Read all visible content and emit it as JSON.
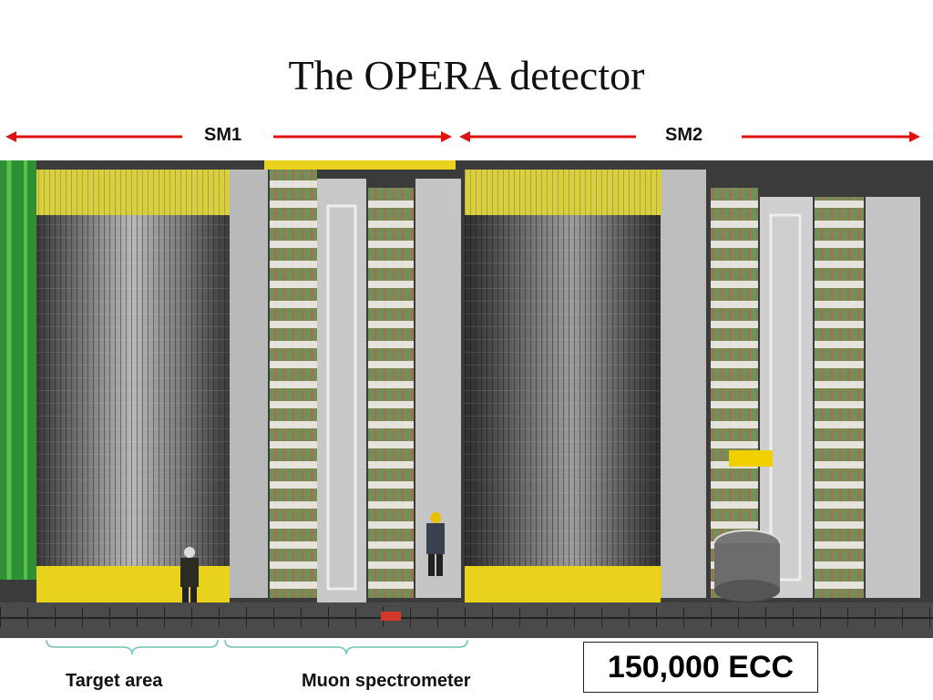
{
  "slide": {
    "title": "The OPERA detector",
    "supermodules": [
      {
        "label": "SM1"
      },
      {
        "label": "SM2"
      }
    ],
    "regions": [
      {
        "label": "Target area"
      },
      {
        "label": "Muon spectrometer"
      }
    ],
    "ecc_callout": "150,000 ECC"
  },
  "colors": {
    "arrow": "#e01010",
    "bracket": "#6fc3b8",
    "frame_yellow": "#e8d21c",
    "frame_green": "#3aa635"
  },
  "icons": {
    "arrow_left": "arrow-left-icon",
    "arrow_right": "arrow-right-icon"
  }
}
